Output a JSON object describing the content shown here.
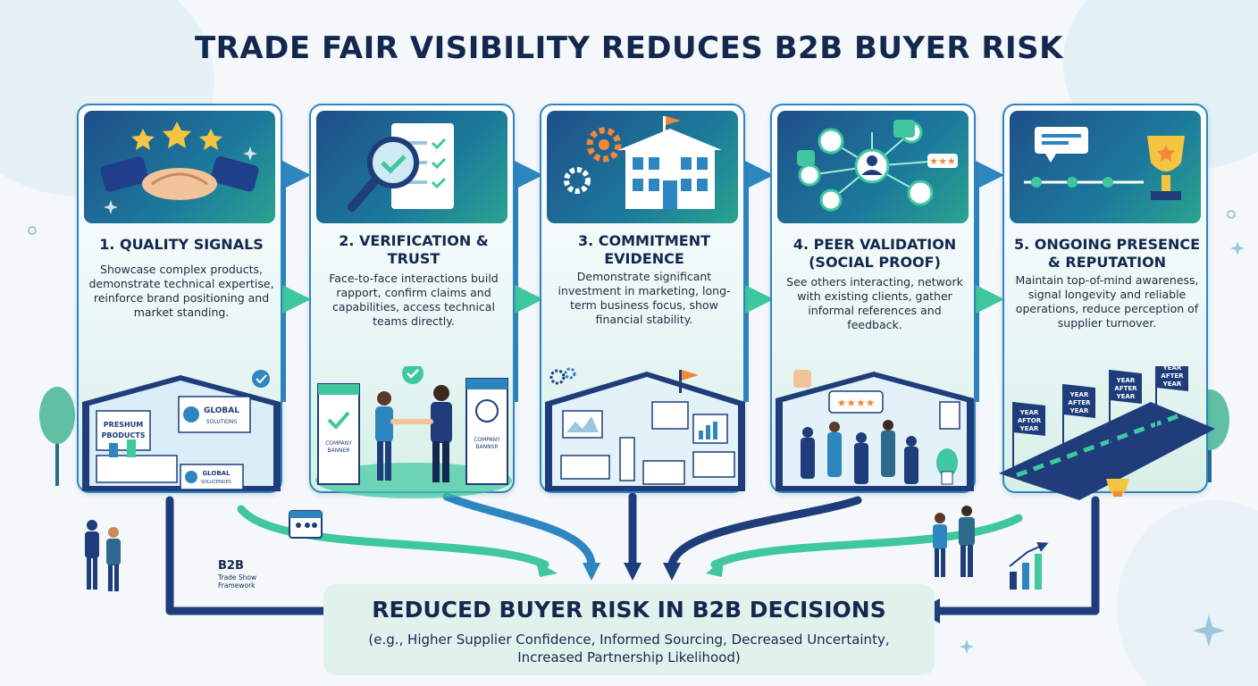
{
  "title": "TRADE FAIR VISIBILITY REDUCES B2B BUYER RISK",
  "steps": [
    {
      "heading": "1. QUALITY SIGNALS",
      "description": "Showcase complex products, demonstrate technical expertise, reinforce brand positioning and market standing.",
      "hero_icon": "handshake-stars-icon",
      "booth_signs": [
        "PRESHUM PBODUCTS",
        "GLOBAL SOLUTIONS",
        "GLOBAL SOLUCENDES"
      ]
    },
    {
      "heading": "2. VERIFICATION & TRUST",
      "description": "Face-to-face interactions build rapport, confirm claims and capabilities, access technical teams directly.",
      "hero_icon": "magnifier-checklist-icon",
      "booth_signs": [
        "COMPANY BANNER",
        "COMPANY BANNSR"
      ]
    },
    {
      "heading": "3. COMMITMENT EVIDENCE",
      "description": "Demonstrate significant investment in marketing, long-term business focus, show financial stability.",
      "hero_icon": "building-gears-icon",
      "booth_signs": []
    },
    {
      "heading": "4. PEER VALIDATION (SOCIAL PROOF)",
      "description": "See others interacting, network with existing clients, gather informal references and feedback.",
      "hero_icon": "network-people-icon",
      "booth_signs": []
    },
    {
      "heading": "5. ONGOING PRESENCE & REPUTATION",
      "description": "Maintain top-of-mind awareness, signal longevity and reliable operations, reduce perception of supplier turnover.",
      "hero_icon": "trophy-timeline-icon",
      "booth_signs": [
        "YEAR AFTOR YEAR",
        "YEAR AFTER YEAR",
        "YEAR AFTER YEAR",
        "YEAR AFTER YEAR"
      ]
    }
  ],
  "outcome": {
    "heading": "REDUCED BUYER RISK IN B2B DECISIONS",
    "subtext": "(e.g., Higher Supplier Confidence, Informed Sourcing, Decreased Uncertainty, Increased Partnership Likelihood)"
  },
  "framework_label": {
    "main": "B2B",
    "sub": "Trade Show Framework"
  },
  "colors": {
    "navy": "#14284f",
    "blue": "#2e86c1",
    "teal": "#2aa38f",
    "mint": "#3fc7a0"
  }
}
